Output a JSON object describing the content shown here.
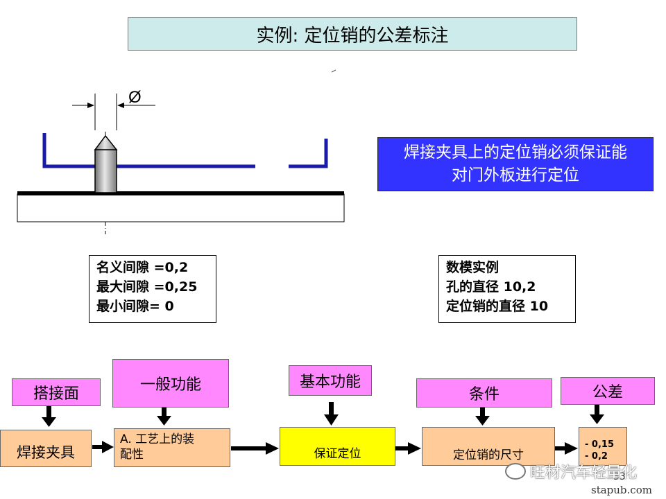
{
  "title": "实例: 定位销的公差标注",
  "drawing": {
    "dimension_symbol": "Ø"
  },
  "blue_note": {
    "line1": "焊接夹具上的定位销必须保证能",
    "line2": "对门外板进行定位"
  },
  "clearance_box": {
    "line1": "名义间隙 =0,2",
    "line2": "最大间隙 =0,25",
    "line3": "最小间隙= 0"
  },
  "model_box": {
    "line1": "数模实例",
    "line2": "孔的直径 10,2",
    "line3": "定位销的直径 10"
  },
  "flow": {
    "top_labels": {
      "lap_surface": "搭接面",
      "general_function": "一般功能",
      "basic_function": "基本功能",
      "condition": "条件",
      "tolerance": "公差"
    },
    "boxes": {
      "welding_fixture": "焊接夹具",
      "assembly_line1": "A. 工艺上的装",
      "assembly_line2": "配性",
      "ensure_positioning": "保证定位",
      "pin_size": "定位销的尺寸",
      "tol_upper": "- 0,15",
      "tol_lower": "- 0,2"
    }
  },
  "page_number": "33",
  "watermark": "旺材汽车轻量化",
  "site": "stapub.com"
}
